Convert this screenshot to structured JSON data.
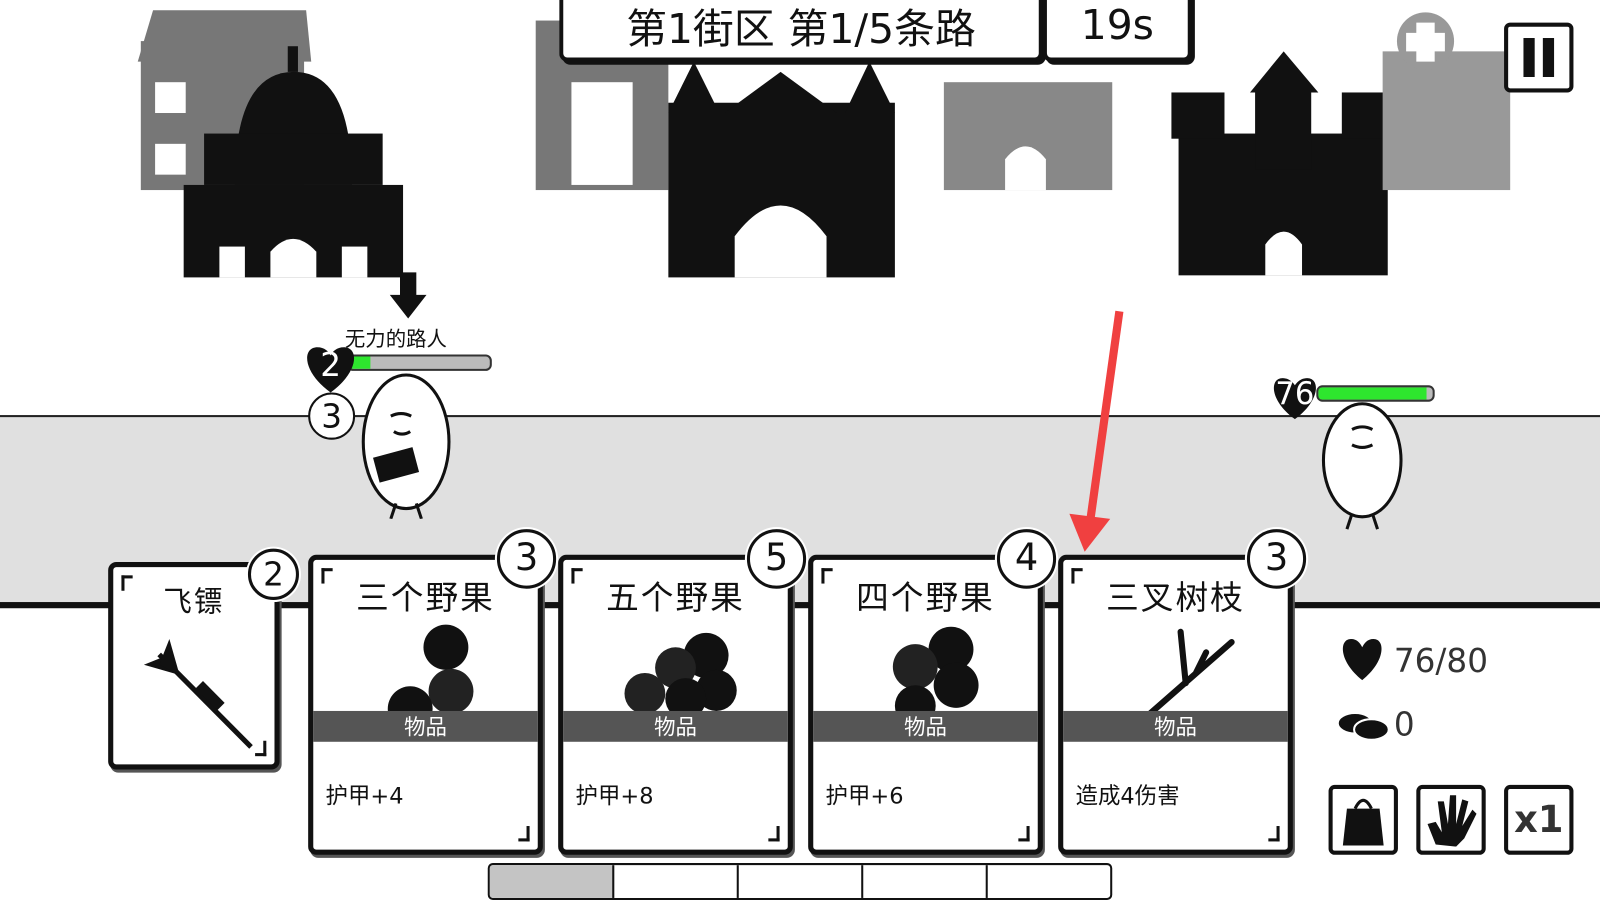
{
  "header": {
    "location": "第1街区 第1/5条路",
    "timer": "19s"
  },
  "enemy": {
    "name": "无力的路人",
    "hp": "2",
    "hp_fraction": 0.15,
    "intent": "3"
  },
  "player": {
    "hp": "76",
    "hp_fraction": 0.95
  },
  "hand": [
    {
      "name": "飞镖",
      "cost": "2",
      "icon": "dart-icon"
    },
    {
      "name": "三个野果",
      "cost": "3",
      "type": "物品",
      "effect": "护甲+4",
      "icon": "berries-icon"
    },
    {
      "name": "五个野果",
      "cost": "5",
      "type": "物品",
      "effect": "护甲+8",
      "icon": "berries-icon"
    },
    {
      "name": "四个野果",
      "cost": "4",
      "type": "物品",
      "effect": "护甲+6",
      "icon": "berries-icon"
    },
    {
      "name": "三叉树枝",
      "cost": "3",
      "type": "物品",
      "effect": "造成4伤害",
      "icon": "branch-icon"
    }
  ],
  "stats": {
    "health": "76/80",
    "coins": "0"
  },
  "buttons": {
    "speed": "x1"
  },
  "route_progress": 0.2,
  "colors": {
    "arrow": "#f04040",
    "hp_fill": "#2ee62e"
  }
}
